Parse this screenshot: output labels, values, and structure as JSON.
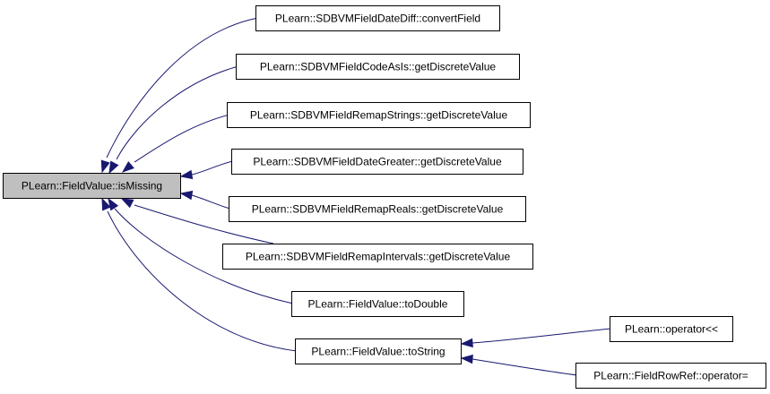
{
  "graph": {
    "nodes": [
      {
        "id": "isMissing",
        "label": "PLearn::FieldValue::isMissing",
        "root": true
      },
      {
        "id": "dateDiff",
        "label": "PLearn::SDBVMFieldDateDiff::convertField"
      },
      {
        "id": "codeAsIs",
        "label": "PLearn::SDBVMFieldCodeAsIs::getDiscreteValue"
      },
      {
        "id": "remapStrings",
        "label": "PLearn::SDBVMFieldRemapStrings::getDiscreteValue"
      },
      {
        "id": "dateGreater",
        "label": "PLearn::SDBVMFieldDateGreater::getDiscreteValue"
      },
      {
        "id": "remapReals",
        "label": "PLearn::SDBVMFieldRemapReals::getDiscreteValue"
      },
      {
        "id": "remapIntervals",
        "label": "PLearn::SDBVMFieldRemapIntervals::getDiscreteValue"
      },
      {
        "id": "toDouble",
        "label": "PLearn::FieldValue::toDouble"
      },
      {
        "id": "toString",
        "label": "PLearn::FieldValue::toString"
      },
      {
        "id": "opStream",
        "label": "PLearn::operator<<"
      },
      {
        "id": "rowRefAssign",
        "label": "PLearn::FieldRowRef::operator="
      }
    ],
    "edges": [
      {
        "from": "dateDiff",
        "to": "isMissing"
      },
      {
        "from": "codeAsIs",
        "to": "isMissing"
      },
      {
        "from": "remapStrings",
        "to": "isMissing"
      },
      {
        "from": "dateGreater",
        "to": "isMissing"
      },
      {
        "from": "remapReals",
        "to": "isMissing"
      },
      {
        "from": "remapIntervals",
        "to": "isMissing"
      },
      {
        "from": "toDouble",
        "to": "isMissing"
      },
      {
        "from": "toString",
        "to": "isMissing"
      },
      {
        "from": "opStream",
        "to": "toString"
      },
      {
        "from": "rowRefAssign",
        "to": "toString"
      }
    ]
  },
  "colors": {
    "edge": "#191970",
    "root_fill": "#bfbfbf",
    "node_fill": "#ffffff",
    "border": "#000000"
  }
}
